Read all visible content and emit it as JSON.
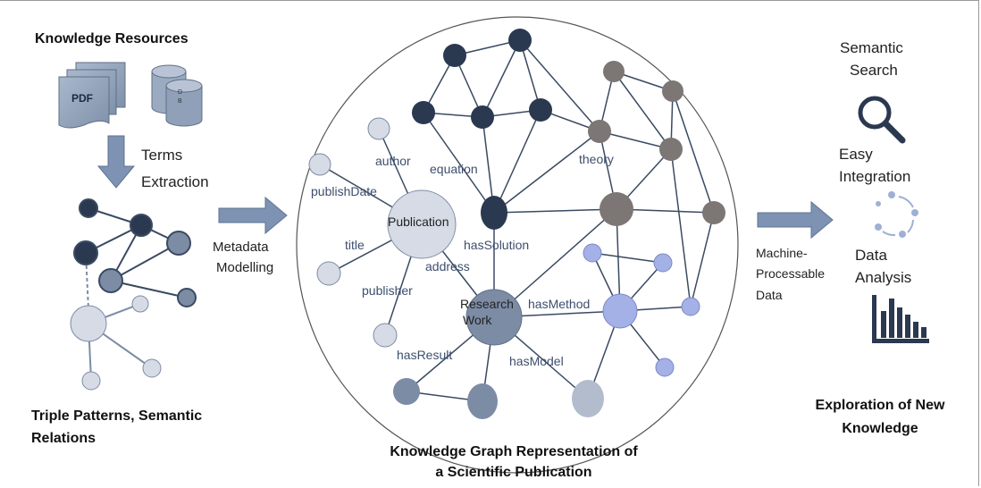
{
  "left": {
    "title": "Knowledge Resources",
    "pdf_label": "PDF",
    "db_label_1": "D",
    "db_label_2": "B",
    "terms_line1": "Terms",
    "terms_line2": "Extraction",
    "bottom_line1": "Triple Patterns, Semantic",
    "bottom_line2": "Relations"
  },
  "middle": {
    "metadata_line1": "Metadata",
    "metadata_line2": "Modelling",
    "caption_line1": "Knowledge Graph Representation of",
    "caption_line2": "a Scientific Publication"
  },
  "graph": {
    "publication": "Publication",
    "research_work_line1": "Research",
    "research_work_line2": "Work",
    "edges": {
      "author": "author",
      "equation": "equation",
      "theory": "theory",
      "publishDate": "publishDate",
      "hasSolution": "hasSolution",
      "title": "title",
      "address": "address",
      "publisher": "publisher",
      "hasMethod": "hasMethod",
      "hasResult": "hasResult",
      "hasModel": "hasModel"
    }
  },
  "right": {
    "machine_line1": "Machine-",
    "machine_line2": "Processable",
    "machine_line3": "Data",
    "semantic_line1": "Semantic",
    "semantic_line2": "Search",
    "easy_line1": "Easy",
    "easy_line2": "Integration",
    "data_line1": "Data",
    "data_line2": "Analysis",
    "exploration_line1": "Exploration of New",
    "exploration_line2": "Knowledge"
  },
  "colors": {
    "dark_node": "#2a3950",
    "gray_node": "#7c7674",
    "steel_node": "#7d8ca5",
    "light_node": "#d6dbe5",
    "blue_node": "#a4b1e6",
    "arrow": "#7e93b3"
  },
  "icons": [
    "pdf-document-icon",
    "database-icon",
    "search-icon",
    "integration-cycle-icon",
    "bar-chart-icon"
  ]
}
